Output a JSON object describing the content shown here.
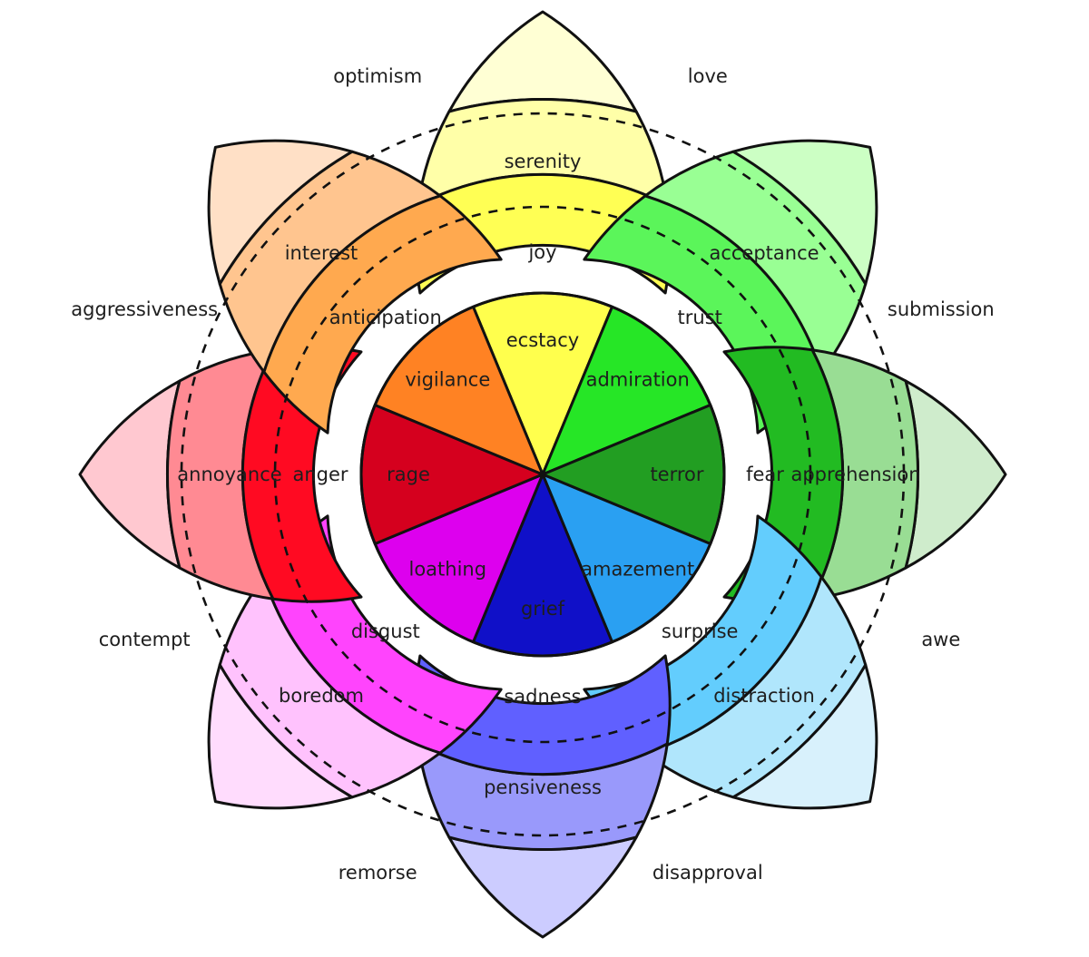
{
  "petals": [
    {
      "id": "joy",
      "name": "Joy",
      "colors": {
        "outer": "#ffffd4",
        "middle": "#ffffa8",
        "inner": "#ffff54",
        "core": "#ffff4d"
      },
      "labels": {
        "outer": "",
        "middle": "serenity",
        "inner": "joy",
        "core": "ecstacy"
      }
    },
    {
      "id": "trust",
      "name": "Trust",
      "colors": {
        "outer": "#ccffc4",
        "middle": "#99ff94",
        "inner": "#5bf55a",
        "core": "#26e626"
      },
      "labels": {
        "outer": "",
        "middle": "acceptance",
        "inner": "trust",
        "core": "admiration"
      }
    },
    {
      "id": "fear",
      "name": "Fear",
      "colors": {
        "outer": "#cfeccc",
        "middle": "#99dd94",
        "inner": "#22bb22",
        "core": "#229e22"
      },
      "labels": {
        "outer": "",
        "middle": "apprehension",
        "inner": "fear",
        "core": "terror"
      }
    },
    {
      "id": "surprise",
      "name": "Surprise",
      "colors": {
        "outer": "#d8f1fc",
        "middle": "#b0e6fc",
        "inner": "#63cdfd",
        "core": "#2aa0f2"
      },
      "labels": {
        "outer": "",
        "middle": "distraction",
        "inner": "surprise",
        "core": "amazement"
      }
    },
    {
      "id": "sadness",
      "name": "Sadness",
      "colors": {
        "outer": "#ccccff",
        "middle": "#9999fb",
        "inner": "#6060ff",
        "core": "#1010c8"
      },
      "labels": {
        "outer": "",
        "middle": "pensiveness",
        "inner": "sadness",
        "core": "grief"
      }
    },
    {
      "id": "disgust",
      "name": "Disgust",
      "colors": {
        "outer": "#ffdcfd",
        "middle": "#ffc2fd",
        "inner": "#ff44fd",
        "core": "#dd00ee"
      },
      "labels": {
        "outer": "",
        "middle": "boredom",
        "inner": "disgust",
        "core": "loathing"
      }
    },
    {
      "id": "anger",
      "name": "Anger",
      "colors": {
        "outer": "#ffc8d0",
        "middle": "#ff8a93",
        "inner": "#ff0a22",
        "core": "#d5001e"
      },
      "labels": {
        "outer": "",
        "middle": "annoyance",
        "inner": "anger",
        "core": "rage"
      }
    },
    {
      "id": "anticipation",
      "name": "Anticipation",
      "colors": {
        "outer": "#ffe0c6",
        "middle": "#ffc58f",
        "inner": "#ffa94f",
        "core": "#ff8223"
      },
      "labels": {
        "outer": "",
        "middle": "interest",
        "inner": "anticipation",
        "core": "vigilance"
      }
    }
  ],
  "dyads": [
    "love",
    "submission",
    "awe",
    "disapproval",
    "remorse",
    "contempt",
    "aggressiveness",
    "optimism"
  ]
}
